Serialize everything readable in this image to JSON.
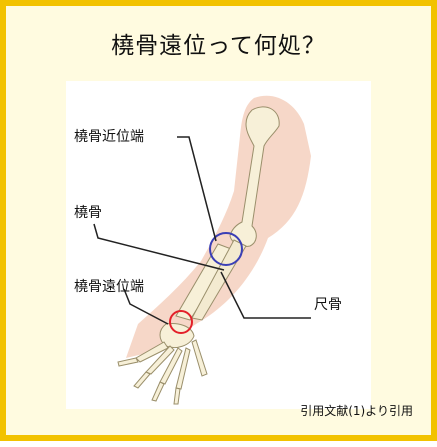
{
  "title": "橈骨遠位って何処？",
  "labels": {
    "radius_proximal": "橈骨近位端",
    "radius": "橈骨",
    "radius_distal": "橈骨遠位端",
    "ulna": "尺骨"
  },
  "citation": "引用文献(1)より引用",
  "colors": {
    "border": "#f2c200",
    "background": "#fffbe0",
    "proximal_circle": "#3b3fb6",
    "distal_circle": "#e3202a"
  }
}
